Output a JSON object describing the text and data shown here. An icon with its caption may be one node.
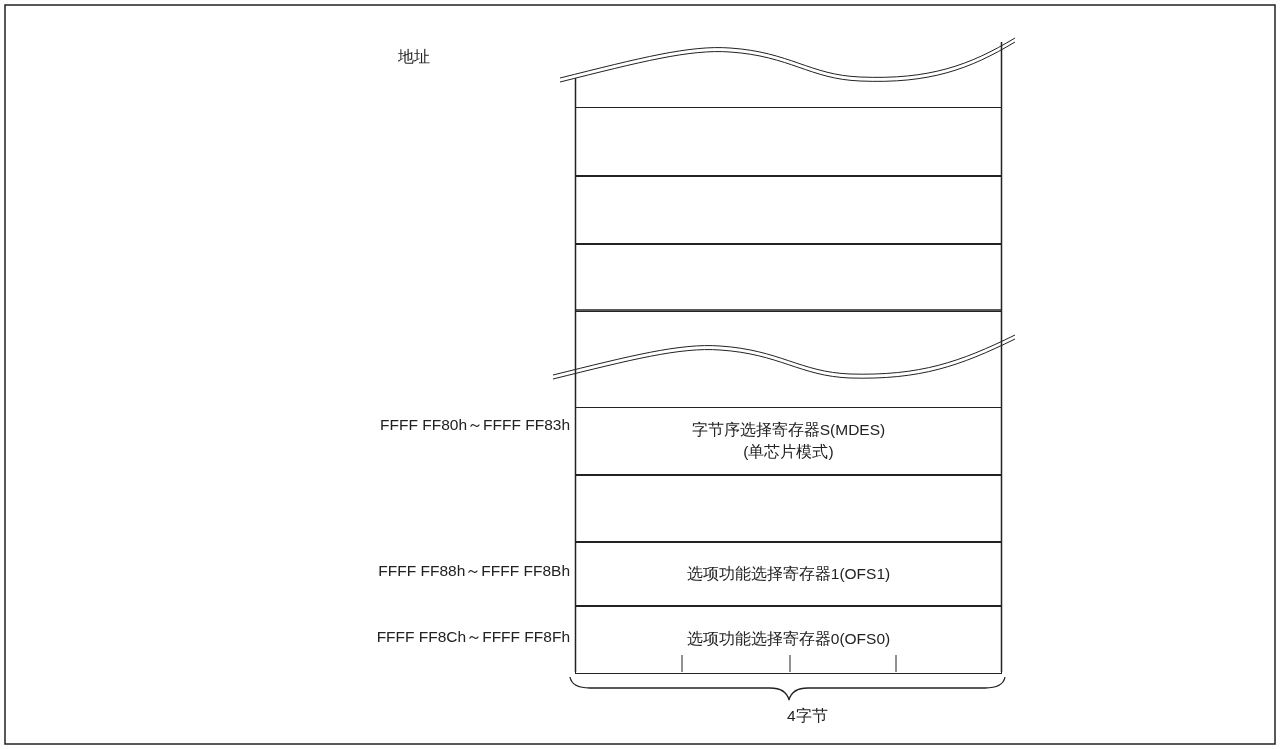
{
  "diagram": {
    "nodes": [
      {
        "text": [],
        "shape": "box"
      },
      {
        "text": [],
        "shape": "box"
      },
      {
        "text": [],
        "shape": "box"
      },
      {
        "text": [
          "字节序选择寄存器S(MDES)",
          "(单芯片模式)"
        ],
        "beside": [
          "FFFF FF80h～FFFF FF83h"
        ]
      },
      {
        "text": [],
        "shape": "box"
      },
      {
        "text": [
          "选项功能选择寄存器1(OFS1)"
        ],
        "beside": [
          "FFFF FF88h～FFFF FF8Bh"
        ]
      },
      {
        "text": [
          "选项功能选择寄存器0(OFS0)"
        ],
        "beside": [
          "FFFF FF8Ch～FFFF FF8Fh"
        ]
      }
    ],
    "edges": [],
    "labels": [
      "地址",
      "4字节"
    ]
  }
}
